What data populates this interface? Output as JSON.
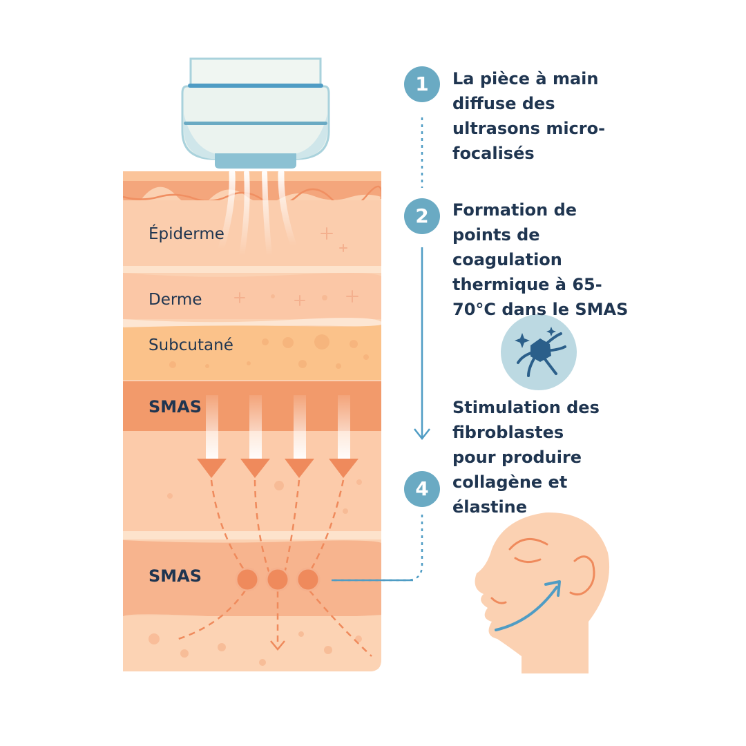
{
  "layers": {
    "epiderme": "Épiderme",
    "derme": "Derme",
    "subcutane": "Subcutané",
    "smas_upper": "SMAS",
    "smas_lower": "SMAS"
  },
  "steps": [
    {
      "number": "1",
      "text": "La pièce à main diffuse des ultrasons micro-focalisés"
    },
    {
      "number": "2",
      "text": "Formation de points de coagulation thermique à 65-70°C dans le SMAS"
    },
    {
      "number": "",
      "text": "Stimulation des fibroblastes pour produire collagène et élastine"
    },
    {
      "number": "4",
      "text": ""
    }
  ],
  "icons": {
    "handpiece": "ultrasound-handpiece-icon",
    "fibroblast": "fibroblast-cell-icon",
    "face": "face-profile-lift-icon"
  },
  "colors": {
    "badge": "#6aaac3",
    "line": "#4f9cc4",
    "text": "#1f3550",
    "smas": "#f29a6b",
    "coag": "#ef8a5c"
  }
}
